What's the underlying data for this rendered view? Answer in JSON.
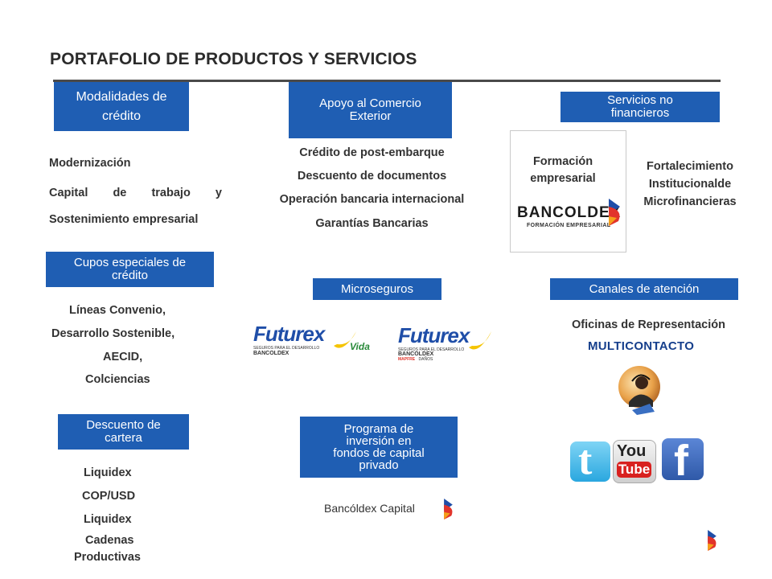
{
  "title": "PORTAFOLIO DE PRODUCTOS Y SERVICIOS",
  "sections": {
    "modalidades": {
      "label_line1": "Modalidades de",
      "label_line2": "crédito",
      "items": [
        "Modernización",
        "Capital de trabajo y",
        "Sostenimiento empresarial"
      ]
    },
    "apoyo": {
      "label_line1": "Apoyo al Comercio",
      "label_line2": "Exterior",
      "items": [
        "Crédito de post-embarque",
        "Descuento de documentos",
        "Operación bancaria internacional",
        "Garantías  Bancarias"
      ]
    },
    "servicios": {
      "label_line1": "Servicios no",
      "label_line2": "financieros",
      "formacion_line1": "Formación",
      "formacion_line2": "empresarial",
      "fort_line1": "Fortalecimiento",
      "fort_line2": "Institucionalde",
      "fort_line3": "Microfinancieras"
    },
    "cupos": {
      "label_line1": "Cupos especiales de",
      "label_line2": "crédito",
      "items": [
        "Líneas Convenio,",
        "Desarrollo Sostenible,",
        "AECID,",
        "Colciencias"
      ]
    },
    "microseguros": {
      "label": "Microseguros"
    },
    "canales": {
      "label": "Canales de atención",
      "oficinas": "Oficinas de Representación",
      "multicontacto": "MULTICONTACTO"
    },
    "descuento": {
      "label_line1": "Descuento de",
      "label_line2": "cartera",
      "items": [
        "Liquidex",
        "COP/USD",
        "Liquidex",
        "Cadenas",
        "Productivas"
      ]
    },
    "programa": {
      "label_line1": "Programa de",
      "label_line2": "inversión en",
      "label_line3": "fondos de capital",
      "label_line4": "privado",
      "capital": "Bancóldex Capital"
    }
  },
  "logos": {
    "bancoldex_word": "BANCOLDEX",
    "bancoldex_sub": "FORMACIÓN EMPRESARIAL",
    "futurex_word": "Futurex",
    "futurex_vida": "Vida",
    "futurex_small": "SEGUROS PARA EL DESARROLLO",
    "futurex_bancoldex": "BANCOLDEX",
    "futurex_mapfre": "MAPFRE",
    "futurex_danos": "DAÑOS",
    "twitter_letter": "t",
    "youtube_you": "You",
    "youtube_tube": "Tube",
    "facebook_letter": "f"
  },
  "colors": {
    "section_blue": "#1f5eb3",
    "brand_red": "#e2342b",
    "brand_orange": "#f5a01a",
    "brand_blue": "#1f4ea8",
    "futurex_yellow": "#f5c400"
  }
}
